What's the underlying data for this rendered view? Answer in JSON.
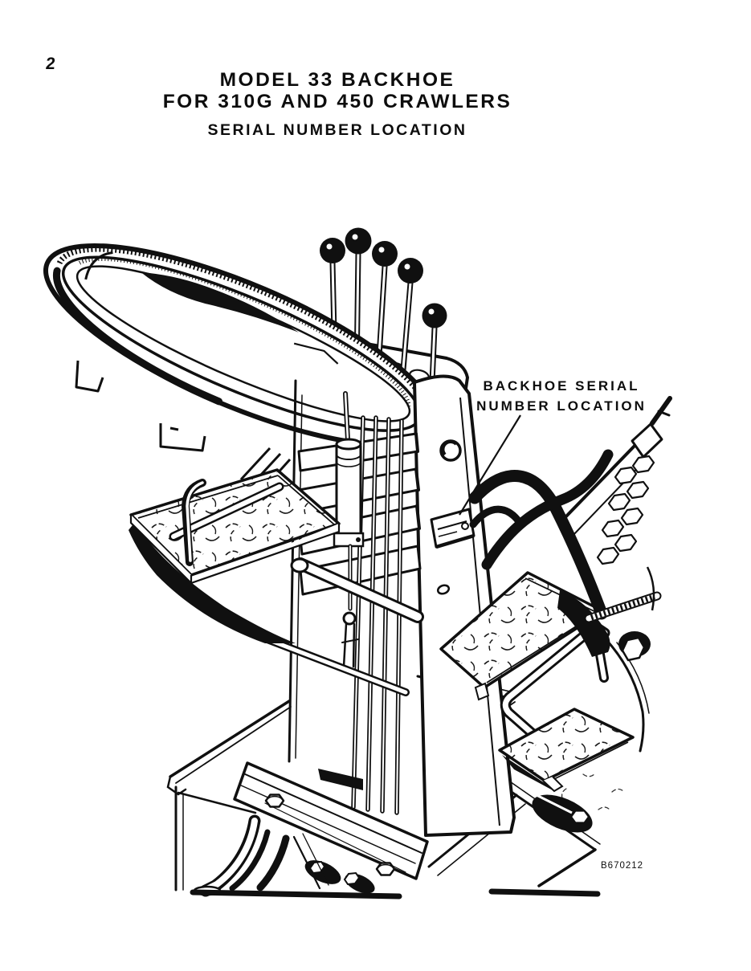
{
  "page": {
    "number": "2"
  },
  "colors": {
    "ink": "#0d0d0d",
    "paper": "#ffffff"
  },
  "title": {
    "line1": "MODEL 33 BACKHOE",
    "line2": "FOR 310G AND 450 CRAWLERS",
    "subtitle": "SERIAL NUMBER LOCATION"
  },
  "callout": {
    "line1": "BACKHOE SERIAL",
    "line2": "NUMBER LOCATION"
  },
  "figure_code": "B670212"
}
